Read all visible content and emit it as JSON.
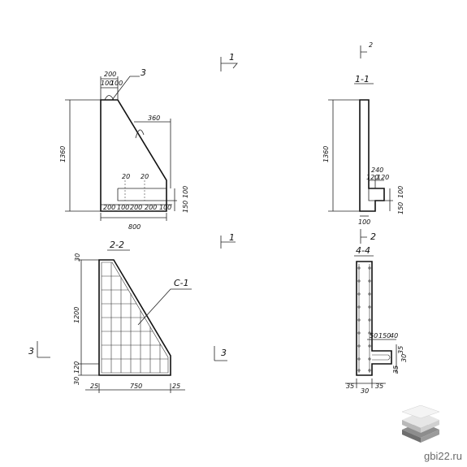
{
  "views": {
    "main": {
      "overall_height": "1360",
      "overall_width": "800",
      "top_width": "200",
      "top_halves": [
        "100",
        "100"
      ],
      "callout_top": "3",
      "step_width": "360",
      "slot_widths": [
        "20",
        "20"
      ],
      "base_segments": [
        "200",
        "100",
        "200",
        "200",
        "100"
      ],
      "base_heights": [
        "100",
        "150"
      ]
    },
    "section_1_1": {
      "title": "1-1",
      "height": "1360",
      "widths": [
        "240",
        "120",
        "120"
      ],
      "base_heights": [
        "100",
        "150"
      ],
      "bottom_width": "100"
    },
    "section_2_2": {
      "title": "2-2",
      "callout": "С-1",
      "height": "1200",
      "top_cover": "30",
      "bottom_dims": [
        "120",
        "30"
      ],
      "widths": [
        "25",
        "750",
        "25"
      ]
    },
    "section_4_4": {
      "title": "4-4",
      "rebar_dims": [
        "50",
        "150",
        "40"
      ],
      "side_dims": [
        "35",
        "30",
        "35"
      ],
      "bottom_dims": [
        "35",
        "30",
        "35"
      ]
    }
  },
  "markers": {
    "cut_1_top": "1",
    "cut_1_bottom": "1",
    "cut_2_top": "2",
    "cut_2_bottom": "2",
    "cut_3_left": "3",
    "cut_3_right": "3"
  },
  "watermark": {
    "site": "gbi22.ru",
    "icon": "stacked-slabs-logo"
  }
}
